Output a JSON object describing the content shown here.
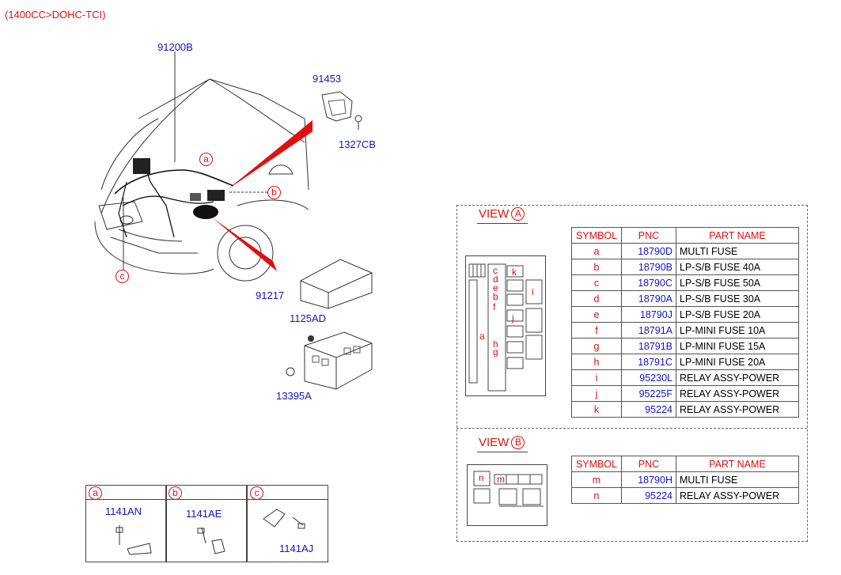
{
  "header": {
    "engine_label": "(1400CC>DOHC-TCI)"
  },
  "main_labels": {
    "harness": "91200B",
    "bracket": "91453",
    "bolt_bracket": "1327CB",
    "cover": "91217",
    "bolt_box": "1125AD",
    "nut_box": "13395A"
  },
  "callouts": {
    "a": "a",
    "b": "b",
    "c": "c"
  },
  "view_a": {
    "title": "VIEW",
    "marker": "A",
    "headers": [
      "SYMBOL",
      "PNC",
      "PART NAME"
    ],
    "rows": [
      {
        "symbol": "a",
        "pnc": "18790D",
        "name": "MULTI FUSE"
      },
      {
        "symbol": "b",
        "pnc": "18790B",
        "name": "LP-S/B FUSE 40A"
      },
      {
        "symbol": "c",
        "pnc": "18790C",
        "name": "LP-S/B FUSE 50A"
      },
      {
        "symbol": "d",
        "pnc": "18790A",
        "name": "LP-S/B FUSE 30A"
      },
      {
        "symbol": "e",
        "pnc": "18790J",
        "name": "LP-S/B FUSE 20A"
      },
      {
        "symbol": "f",
        "pnc": "18791A",
        "name": "LP-MINI FUSE 10A"
      },
      {
        "symbol": "g",
        "pnc": "18791B",
        "name": "LP-MINI FUSE 15A"
      },
      {
        "symbol": "h",
        "pnc": "18791C",
        "name": "LP-MINI FUSE 20A"
      },
      {
        "symbol": "i",
        "pnc": "95230L",
        "name": "RELAY ASSY-POWER"
      },
      {
        "symbol": "j",
        "pnc": "95225F",
        "name": "RELAY ASSY-POWER"
      },
      {
        "symbol": "k",
        "pnc": "95224",
        "name": "RELAY ASSY-POWER"
      }
    ],
    "diagram_letters": {
      "c": "c",
      "d": "d",
      "e": "e",
      "b": "b",
      "f": "f",
      "a": "a",
      "g": "g",
      "h": "h",
      "i": "i",
      "j": "j",
      "k": "k"
    }
  },
  "view_b": {
    "title": "VIEW",
    "marker": "B",
    "headers": [
      "SYMBOL",
      "PNC",
      "PART NAME"
    ],
    "rows": [
      {
        "symbol": "m",
        "pnc": "18790H",
        "name": "MULTI FUSE"
      },
      {
        "symbol": "n",
        "pnc": "95224",
        "name": "RELAY ASSY-POWER"
      }
    ],
    "diagram_letters": {
      "m": "m",
      "n": "n"
    }
  },
  "detail_boxes": [
    {
      "marker": "a",
      "part": "1141AN"
    },
    {
      "marker": "b",
      "part": "1141AE"
    },
    {
      "marker": "c",
      "part": "1141AJ"
    }
  ],
  "colors": {
    "label_red": "#e01010",
    "label_blue": "#1414c8",
    "line": "#444444"
  }
}
